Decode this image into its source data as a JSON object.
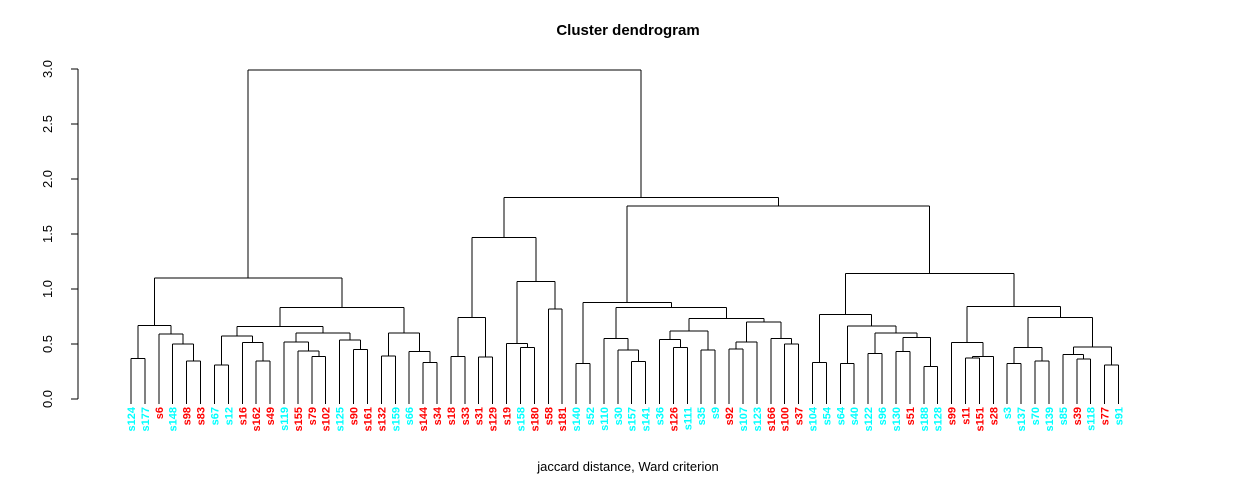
{
  "chart_data": {
    "type": "dendrogram",
    "title": "Cluster dendrogram",
    "xlabel": "jaccard distance, Ward criterion",
    "ylabel": "",
    "ylim": [
      0.0,
      3.0
    ],
    "yticks": [
      "0.0",
      "0.5",
      "1.0",
      "1.5",
      "2.0",
      "2.5",
      "3.0"
    ],
    "grid": false,
    "line_color": "#000000",
    "label_colors": {
      "cyan": "#00ffff",
      "red": "#ff0000"
    },
    "leaves": [
      {
        "label": "s124",
        "color": "cyan"
      },
      {
        "label": "s177",
        "color": "cyan"
      },
      {
        "label": "s6",
        "color": "red"
      },
      {
        "label": "s148",
        "color": "cyan"
      },
      {
        "label": "s98",
        "color": "red"
      },
      {
        "label": "s83",
        "color": "red"
      },
      {
        "label": "s67",
        "color": "cyan"
      },
      {
        "label": "s12",
        "color": "cyan"
      },
      {
        "label": "s16",
        "color": "red"
      },
      {
        "label": "s162",
        "color": "red"
      },
      {
        "label": "s49",
        "color": "red"
      },
      {
        "label": "s119",
        "color": "cyan"
      },
      {
        "label": "s155",
        "color": "red"
      },
      {
        "label": "s79",
        "color": "red"
      },
      {
        "label": "s102",
        "color": "red"
      },
      {
        "label": "s125",
        "color": "cyan"
      },
      {
        "label": "s90",
        "color": "red"
      },
      {
        "label": "s161",
        "color": "red"
      },
      {
        "label": "s132",
        "color": "red"
      },
      {
        "label": "s159",
        "color": "cyan"
      },
      {
        "label": "s66",
        "color": "cyan"
      },
      {
        "label": "s144",
        "color": "red"
      },
      {
        "label": "s34",
        "color": "red"
      },
      {
        "label": "s18",
        "color": "red"
      },
      {
        "label": "s33",
        "color": "red"
      },
      {
        "label": "s31",
        "color": "red"
      },
      {
        "label": "s129",
        "color": "red"
      },
      {
        "label": "s19",
        "color": "red"
      },
      {
        "label": "s158",
        "color": "cyan"
      },
      {
        "label": "s180",
        "color": "red"
      },
      {
        "label": "s58",
        "color": "red"
      },
      {
        "label": "s181",
        "color": "red"
      },
      {
        "label": "s140",
        "color": "cyan"
      },
      {
        "label": "s52",
        "color": "cyan"
      },
      {
        "label": "s110",
        "color": "cyan"
      },
      {
        "label": "s30",
        "color": "cyan"
      },
      {
        "label": "s157",
        "color": "cyan"
      },
      {
        "label": "s141",
        "color": "cyan"
      },
      {
        "label": "s36",
        "color": "cyan"
      },
      {
        "label": "s126",
        "color": "red"
      },
      {
        "label": "s111",
        "color": "cyan"
      },
      {
        "label": "s35",
        "color": "cyan"
      },
      {
        "label": "s9",
        "color": "cyan"
      },
      {
        "label": "s92",
        "color": "red"
      },
      {
        "label": "s107",
        "color": "cyan"
      },
      {
        "label": "s123",
        "color": "cyan"
      },
      {
        "label": "s166",
        "color": "red"
      },
      {
        "label": "s100",
        "color": "red"
      },
      {
        "label": "s37",
        "color": "red"
      },
      {
        "label": "s104",
        "color": "cyan"
      },
      {
        "label": "s54",
        "color": "cyan"
      },
      {
        "label": "s64",
        "color": "cyan"
      },
      {
        "label": "s40",
        "color": "cyan"
      },
      {
        "label": "s122",
        "color": "cyan"
      },
      {
        "label": "s96",
        "color": "cyan"
      },
      {
        "label": "s130",
        "color": "cyan"
      },
      {
        "label": "s51",
        "color": "red"
      },
      {
        "label": "s188",
        "color": "cyan"
      },
      {
        "label": "s128",
        "color": "cyan"
      },
      {
        "label": "s99",
        "color": "red"
      },
      {
        "label": "s11",
        "color": "red"
      },
      {
        "label": "s151",
        "color": "red"
      },
      {
        "label": "s28",
        "color": "red"
      },
      {
        "label": "s3",
        "color": "cyan"
      },
      {
        "label": "s137",
        "color": "cyan"
      },
      {
        "label": "s70",
        "color": "cyan"
      },
      {
        "label": "s139",
        "color": "cyan"
      },
      {
        "label": "s85",
        "color": "cyan"
      },
      {
        "label": "s39",
        "color": "red"
      },
      {
        "label": "s118",
        "color": "cyan"
      },
      {
        "label": "s77",
        "color": "red"
      },
      {
        "label": "s91",
        "color": "cyan"
      }
    ],
    "tree": {
      "h": 2.99,
      "c": [
        {
          "h": 1.1,
          "c": [
            {
              "h": 0.67,
              "c": [
                {
                  "h": 0.37,
                  "c": [
                    "s124",
                    "s177"
                  ]
                },
                {
                  "h": 0.59,
                  "c": [
                    "s6",
                    {
                      "h": 0.5,
                      "c": [
                        "s148",
                        {
                          "h": 0.345,
                          "c": [
                            "s98",
                            "s83"
                          ]
                        }
                      ]
                    }
                  ]
                }
              ]
            },
            {
              "h": 0.83,
              "c": [
                {
                  "h": 0.66,
                  "c": [
                    {
                      "h": 0.573,
                      "c": [
                        {
                          "h": 0.31,
                          "c": [
                            "s67",
                            "s12"
                          ]
                        },
                        {
                          "h": 0.515,
                          "c": [
                            "s16",
                            {
                              "h": 0.345,
                              "c": [
                                "s162",
                                "s49"
                              ]
                            }
                          ]
                        }
                      ]
                    },
                    {
                      "h": 0.6,
                      "c": [
                        {
                          "h": 0.52,
                          "c": [
                            "s119",
                            {
                              "h": 0.436,
                              "c": [
                                "s155",
                                {
                                  "h": 0.385,
                                  "c": [
                                    "s79",
                                    "s102"
                                  ]
                                }
                              ]
                            }
                          ]
                        },
                        {
                          "h": 0.536,
                          "c": [
                            "s125",
                            {
                              "h": 0.45,
                              "c": [
                                "s90",
                                "s161"
                              ]
                            }
                          ]
                        }
                      ]
                    }
                  ]
                },
                {
                  "h": 0.6,
                  "c": [
                    {
                      "h": 0.39,
                      "c": [
                        "s132",
                        "s159"
                      ]
                    },
                    {
                      "h": 0.43,
                      "c": [
                        "s66",
                        {
                          "h": 0.33,
                          "c": [
                            "s144",
                            "s34"
                          ]
                        }
                      ]
                    }
                  ]
                }
              ]
            }
          ]
        },
        {
          "h": 1.83,
          "c": [
            {
              "h": 1.47,
              "c": [
                {
                  "h": 0.74,
                  "c": [
                    {
                      "h": 0.385,
                      "c": [
                        "s18",
                        "s33"
                      ]
                    },
                    {
                      "h": 0.38,
                      "c": [
                        "s31",
                        "s129"
                      ]
                    }
                  ]
                },
                {
                  "h": 1.07,
                  "c": [
                    {
                      "h": 0.506,
                      "c": [
                        "s19",
                        {
                          "h": 0.47,
                          "c": [
                            "s158",
                            "s180"
                          ]
                        }
                      ]
                    },
                    {
                      "h": 0.82,
                      "c": [
                        "s58",
                        "s181"
                      ]
                    }
                  ]
                }
              ]
            },
            {
              "h": 1.755,
              "c": [
                {
                  "h": 0.879,
                  "c": [
                    {
                      "h": 0.325,
                      "c": [
                        "s140",
                        "s52"
                      ]
                    },
                    {
                      "h": 0.834,
                      "c": [
                        {
                          "h": 0.55,
                          "c": [
                            "s110",
                            {
                              "h": 0.445,
                              "c": [
                                "s30",
                                {
                                  "h": 0.34,
                                  "c": [
                                    "s157",
                                    "s141"
                                  ]
                                }
                              ]
                            }
                          ]
                        },
                        {
                          "h": 0.73,
                          "c": [
                            {
                              "h": 0.62,
                              "c": [
                                {
                                  "h": 0.54,
                                  "c": [
                                    "s36",
                                    {
                                      "h": 0.47,
                                      "c": [
                                        "s126",
                                        "s111"
                                      ]
                                    }
                                  ]
                                },
                                {
                                  "h": 0.445,
                                  "c": [
                                    "s35",
                                    "s9"
                                  ]
                                }
                              ]
                            },
                            {
                              "h": 0.7,
                              "c": [
                                {
                                  "h": 0.52,
                                  "c": [
                                    {
                                      "h": 0.455,
                                      "c": [
                                        "s92",
                                        "s107"
                                      ]
                                    },
                                    "s123"
                                  ]
                                },
                                {
                                  "h": 0.55,
                                  "c": [
                                    "s166",
                                    {
                                      "h": 0.5,
                                      "c": [
                                        "s100",
                                        "s37"
                                      ]
                                    }
                                  ]
                                }
                              ]
                            }
                          ]
                        }
                      ]
                    }
                  ]
                },
                {
                  "h": 1.143,
                  "c": [
                    {
                      "h": 0.77,
                      "c": [
                        {
                          "h": 0.334,
                          "c": [
                            "s104",
                            "s54"
                          ]
                        },
                        {
                          "h": 0.664,
                          "c": [
                            {
                              "h": 0.324,
                              "c": [
                                "s64",
                                "s40"
                              ]
                            },
                            {
                              "h": 0.6,
                              "c": [
                                {
                                  "h": 0.415,
                                  "c": [
                                    "s122",
                                    "s96"
                                  ]
                                },
                                {
                                  "h": 0.56,
                                  "c": [
                                    {
                                      "h": 0.43,
                                      "c": [
                                        "s130",
                                        "s51"
                                      ]
                                    },
                                    {
                                      "h": 0.294,
                                      "c": [
                                        "s188",
                                        "s128"
                                      ]
                                    }
                                  ]
                                }
                              ]
                            }
                          ]
                        }
                      ]
                    },
                    {
                      "h": 0.839,
                      "c": [
                        {
                          "h": 0.512,
                          "c": [
                            "s99",
                            {
                              "h": 0.385,
                              "c": [
                                {
                                  "h": 0.375,
                                  "c": [
                                    "s11",
                                    "s151"
                                  ]
                                },
                                "s28"
                              ]
                            }
                          ]
                        },
                        {
                          "h": 0.74,
                          "c": [
                            {
                              "h": 0.467,
                              "c": [
                                {
                                  "h": 0.324,
                                  "c": [
                                    "s3",
                                    "s137"
                                  ]
                                },
                                {
                                  "h": 0.345,
                                  "c": [
                                    "s70",
                                    "s139"
                                  ]
                                }
                              ]
                            },
                            {
                              "h": 0.475,
                              "c": [
                                {
                                  "h": 0.406,
                                  "c": [
                                    "s85",
                                    {
                                      "h": 0.364,
                                      "c": [
                                        "s39",
                                        "s118"
                                      ]
                                    }
                                  ]
                                },
                                {
                                  "h": 0.31,
                                  "c": [
                                    "s77",
                                    "s91"
                                  ]
                                }
                              ]
                            }
                          ]
                        }
                      ]
                    }
                  ]
                }
              ]
            }
          ]
        }
      ]
    }
  }
}
